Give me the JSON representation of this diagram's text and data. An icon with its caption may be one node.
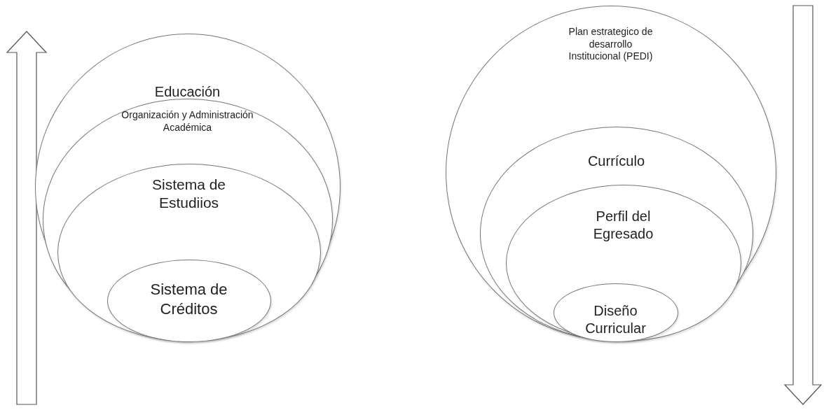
{
  "diagram": {
    "nodes": [
      {
        "text": [
          "Educación"
        ]
      },
      {
        "text": [
          "Organización y Administración Académica"
        ],
        "in": 0
      },
      {
        "text": [
          "Sistema de Estudiios"
        ],
        "in": 1
      },
      {
        "text": [
          "Sistema de Créditos"
        ],
        "in": 2
      },
      {
        "text": [
          "Plan estrategico de desarrollo Institucional (PEDI)"
        ]
      },
      {
        "text": [
          "Currículo"
        ],
        "in": 4
      },
      {
        "text": [
          "Perfil del Egresado"
        ],
        "in": 5
      },
      {
        "text": [
          "Diseño Curricular"
        ],
        "in": 6
      }
    ]
  }
}
